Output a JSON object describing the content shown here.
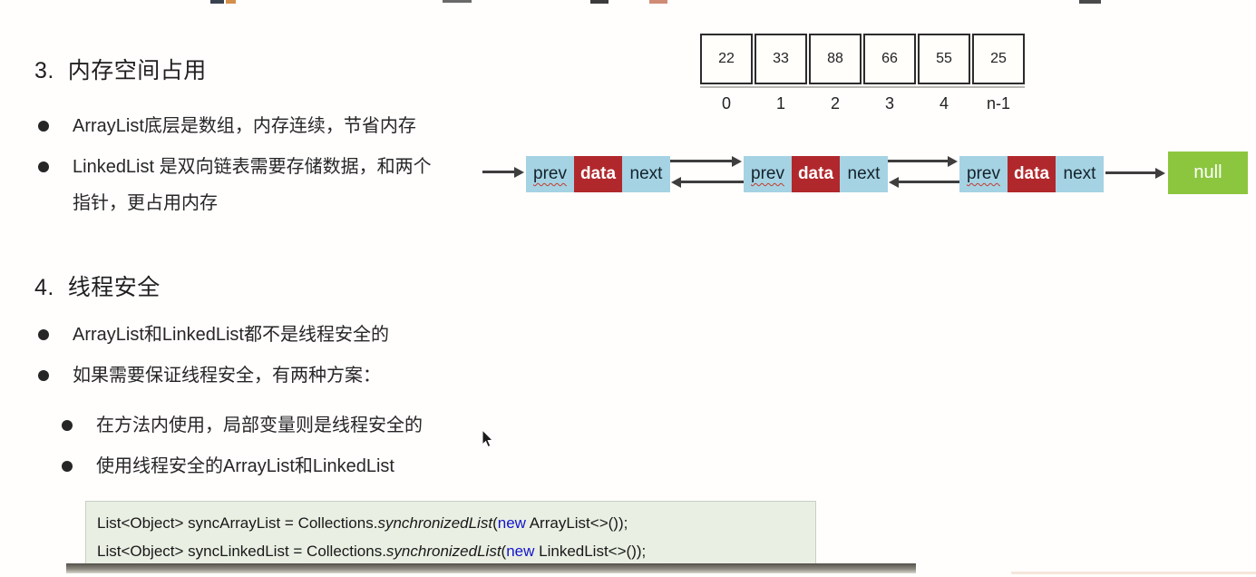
{
  "section3": {
    "heading": "3.  内存空间占用",
    "bullet1": "ArrayList底层是数组，内存连续，节省内存",
    "bullet2_line1": "LinkedList 是双向链表需要存储数据，和两个",
    "bullet2_line2": "指针，更占用内存"
  },
  "section4": {
    "heading": "4.  线程安全",
    "bullet1": "ArrayList和LinkedList都不是线程安全的",
    "bullet2": "如果需要保证线程安全，有两种方案：",
    "sub_bullet1": "在方法内使用，局部变量则是线程安全的",
    "sub_bullet2": "使用线程安全的ArrayList和LinkedList"
  },
  "array_diagram": {
    "values": [
      "22",
      "33",
      "88",
      "66",
      "55",
      "25"
    ],
    "indices": [
      "0",
      "1",
      "2",
      "3",
      "4",
      "n-1"
    ]
  },
  "linked_list": {
    "nodes": [
      {
        "prev": "prev",
        "data": "data",
        "next": "next"
      },
      {
        "prev": "prev",
        "data": "data",
        "next": "next"
      },
      {
        "prev": "prev",
        "data": "data",
        "next": "next"
      }
    ],
    "tail_label": "null",
    "colors": {
      "pointer_cell": "#a5d3e3",
      "data_cell": "#b1282c",
      "tail_box": "#8cc63f",
      "arrow": "#3e3e3e"
    }
  },
  "code_block": {
    "background": "#e9efe2",
    "keyword_color": "#1414cc",
    "lines": [
      {
        "pre": "List<Object> syncArrayList = Collections.",
        "method": "synchronizedList",
        "open": "(",
        "keyword": "new",
        "post": " ArrayList<>());"
      },
      {
        "pre": "List<Object> syncLinkedList = Collections.",
        "method": "synchronizedList",
        "open": "(",
        "keyword": "new",
        "post": " LinkedList<>());"
      }
    ]
  }
}
